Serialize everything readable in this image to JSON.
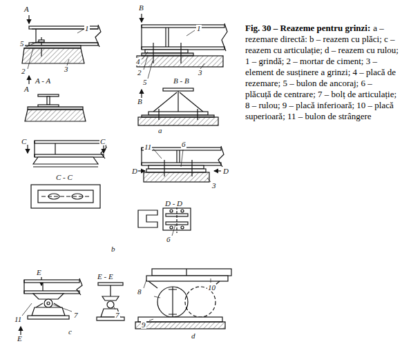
{
  "diagram": {
    "title": "Fig. 30 – Reazeme pentru grinzi:",
    "caption": "a – rezemare directă: b – reazem cu plăci; c – reazem cu articulație; d – reazem cu rulou; 1 – grindă; 2 – mortar de ciment; 3 – element de susținere a grinzi; 4 – placă de rezemare; 5 – bulon de ancoraj; 6 – plăcuță de centrare; 7 – bolț de articulație; 8 – rulou; 9 – placă inferioară; 10 – placă superioară; 11 – bulon de strângere",
    "labels": [
      "A",
      "1",
      "5",
      "2",
      "3",
      "A",
      "A - A",
      "B",
      "1",
      "4",
      "2",
      "3",
      "5",
      "B - B",
      "B",
      "a",
      "C",
      "C",
      "C - C",
      "11",
      "6",
      "D",
      "D",
      "3",
      "D - D",
      "6",
      "b",
      "E",
      "11",
      "7",
      "E",
      "E - E",
      "7",
      "c",
      "10",
      "8",
      "9",
      "d"
    ]
  }
}
